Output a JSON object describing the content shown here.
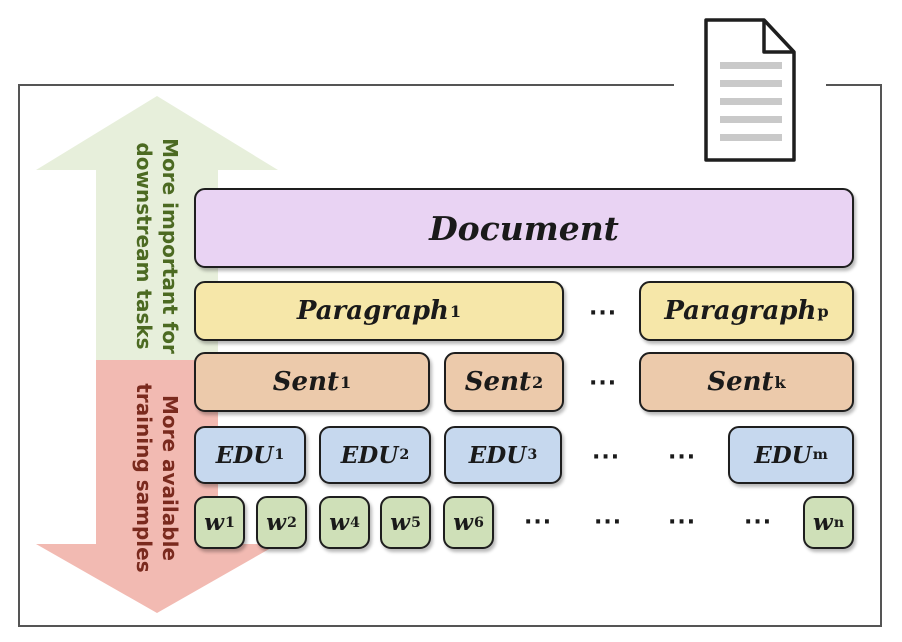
{
  "labels": {
    "top_arrow": [
      "More important for",
      "downstream tasks"
    ],
    "bottom_arrow": [
      "More available",
      "training samples"
    ]
  },
  "rows": {
    "document": {
      "label": "Document"
    },
    "paragraphs": [
      {
        "base": "Paragraph",
        "sub": "1"
      },
      {
        "base": "Paragraph",
        "sub": "p"
      }
    ],
    "sentences": [
      {
        "base": "Sent",
        "sub": "1"
      },
      {
        "base": "Sent",
        "sub": "2"
      },
      {
        "base": "Sent",
        "sub": "k"
      }
    ],
    "edus": [
      {
        "base": "EDU",
        "sub": "1"
      },
      {
        "base": "EDU",
        "sub": "2"
      },
      {
        "base": "EDU",
        "sub": "3"
      },
      {
        "base": "EDU",
        "sub": "m"
      }
    ],
    "words": [
      {
        "base": "w",
        "sub": "1"
      },
      {
        "base": "w",
        "sub": "2"
      },
      {
        "base": "w",
        "sub": "4"
      },
      {
        "base": "w",
        "sub": "5"
      },
      {
        "base": "w",
        "sub": "6"
      },
      {
        "base": "w",
        "sub": "n"
      }
    ]
  },
  "ellipsis": "···",
  "colors": {
    "document": "#e9d3f3",
    "paragraph": "#f6e7a9",
    "sentence": "#eccaab",
    "edu": "#c6d8ee",
    "word": "#cfe0b8",
    "arrow_up": "#e7efdb",
    "arrow_down": "#f2bab2",
    "text_up": "#4c6a22",
    "text_down": "#7a2a1e"
  },
  "icons": {
    "document": "document-icon"
  }
}
